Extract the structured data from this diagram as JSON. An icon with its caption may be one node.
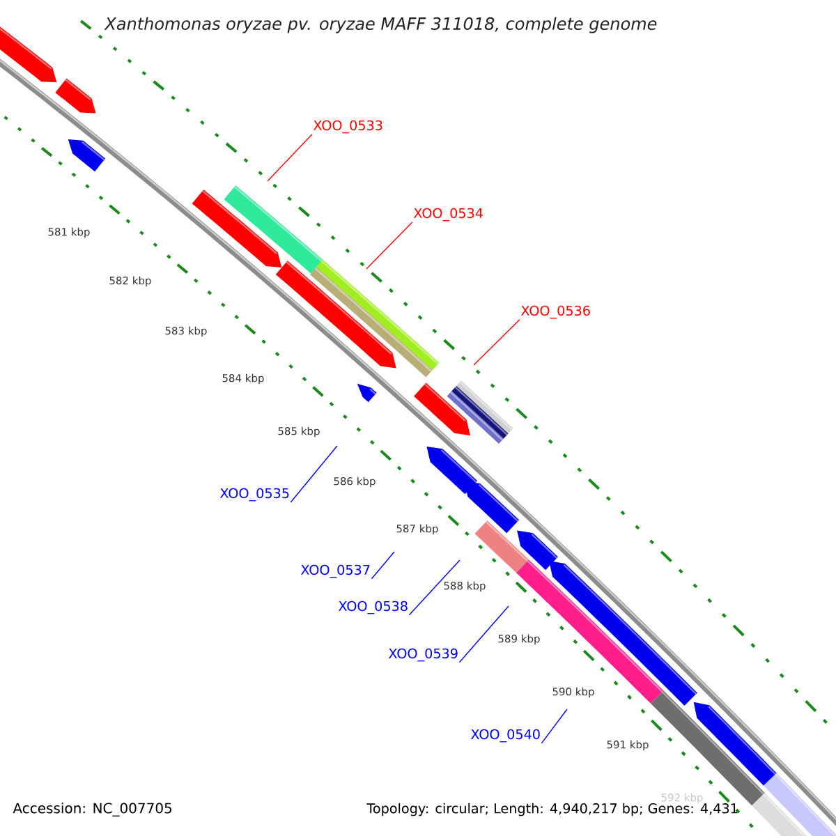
{
  "diagram": {
    "title": "Xanthomonas oryzae pv. oryzae MAFF 311018, complete genome",
    "nodes": [
      {
        "text": [
          "XOO_0533"
        ]
      },
      {
        "text": [
          "XOO_0534"
        ]
      },
      {
        "text": [
          "XOO_0536"
        ]
      },
      {
        "text": [
          "XOO_0535"
        ]
      },
      {
        "text": [
          "XOO_0537"
        ]
      },
      {
        "text": [
          "XOO_0538"
        ]
      },
      {
        "text": [
          "XOO_0539"
        ]
      },
      {
        "text": [
          "XOO_0540"
        ]
      }
    ],
    "edges": [
      {
        "from": 0,
        "to": null,
        "arrow": "none",
        "color": "#ff0000"
      },
      {
        "from": 1,
        "to": null,
        "arrow": "none",
        "color": "#ff0000"
      },
      {
        "from": 2,
        "to": null,
        "arrow": "none",
        "color": "#ff0000"
      },
      {
        "from": 3,
        "to": null,
        "arrow": "none"
      },
      {
        "from": 4,
        "to": null,
        "arrow": "none"
      },
      {
        "from": 5,
        "to": null,
        "arrow": "none"
      },
      {
        "from": 6,
        "to": null,
        "arrow": "none"
      },
      {
        "from": 7,
        "to": null,
        "arrow": "none"
      }
    ],
    "labels": [
      "581 kbp",
      "582 kbp",
      "583 kbp",
      "584 kbp",
      "585 kbp",
      "586 kbp",
      "587 kbp",
      "588 kbp",
      "589 kbp",
      "590 kbp",
      "591 kbp",
      "592 kbp",
      "Accession: NC_007705",
      "Topology: circular; Length: 4,940,217 bp; Genes: 4,431"
    ]
  }
}
